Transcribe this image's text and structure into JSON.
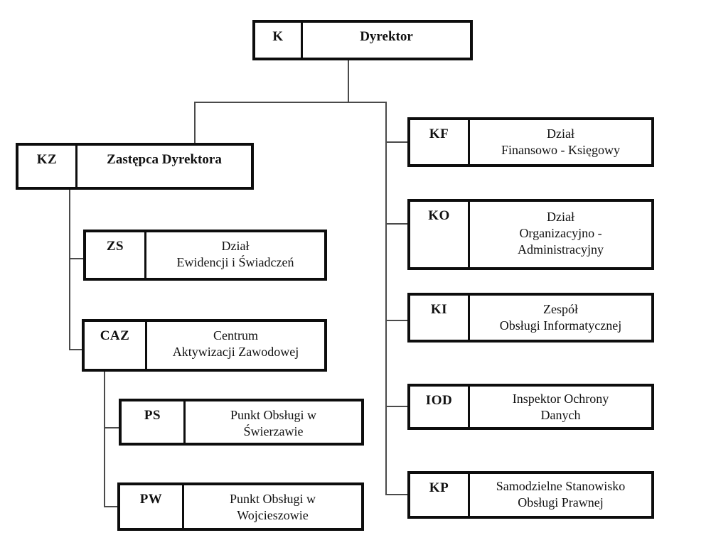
{
  "orgchart": {
    "type": "org-tree",
    "line_color": "#4a4a4a",
    "border_color": "#0d0d0d",
    "nodes": {
      "k": {
        "code": "K",
        "lines": [
          "Dyrektor"
        ]
      },
      "kz": {
        "code": "KZ",
        "lines": [
          "Zastępca Dyrektora"
        ]
      },
      "zs": {
        "code": "ZS",
        "lines": [
          "Dział",
          "Ewidencji i Świadczeń"
        ]
      },
      "caz": {
        "code": "CAZ",
        "lines": [
          "Centrum",
          "Aktywizacji Zawodowej"
        ]
      },
      "ps": {
        "code": "PS",
        "lines": [
          "Punkt Obsługi w",
          "Świerzawie"
        ]
      },
      "pw": {
        "code": "PW",
        "lines": [
          "Punkt Obsługi w",
          "Wojcieszowie"
        ]
      },
      "kf": {
        "code": "KF",
        "lines": [
          "Dział",
          "Finansowo - Księgowy"
        ]
      },
      "ko": {
        "code": "KO",
        "lines": [
          "Dział",
          "Organizacyjno -",
          "Administracyjny"
        ]
      },
      "ki": {
        "code": "KI",
        "lines": [
          "Zespół",
          "Obsługi Informatycznej"
        ]
      },
      "iod": {
        "code": "IOD",
        "lines": [
          "Inspektor Ochrony",
          "Danych"
        ]
      },
      "kp": {
        "code": "KP",
        "lines": [
          "Samodzielne Stanowisko",
          "Obsługi Prawnej"
        ]
      }
    },
    "edges": [
      "K->KZ",
      "K->KF",
      "K->KO",
      "K->KI",
      "K->IOD",
      "K->KP",
      "KZ->ZS",
      "KZ->CAZ",
      "CAZ->PS",
      "CAZ->PW"
    ]
  }
}
